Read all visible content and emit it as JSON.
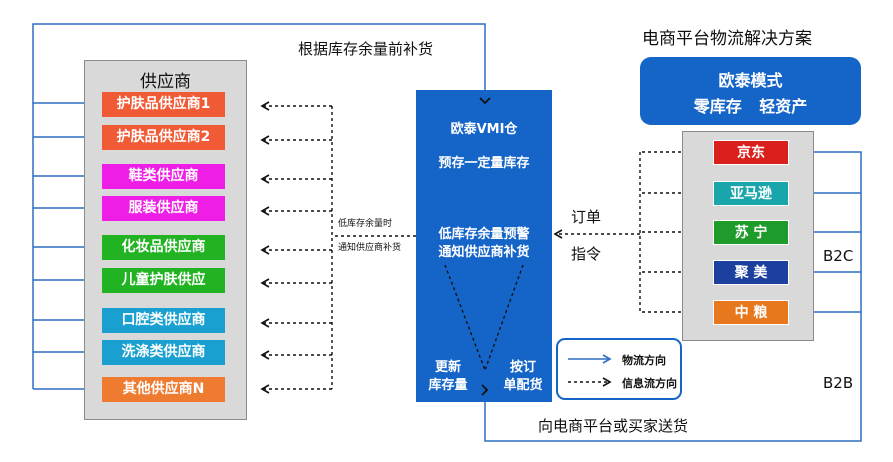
{
  "top_label": "根据库存余量前补货",
  "bottom_label": "向电商平台或买家送货",
  "mid_label_line1": "低库存余量时",
  "mid_label_line2": "通知供应商补货",
  "order_label_line1": "订单",
  "order_label_line2": "指令",
  "b2c_label": "B2C",
  "b2b_label": "B2B",
  "suppliers": {
    "title": "供应商",
    "items": [
      {
        "label": "护肤品供应商1",
        "color": "#f05a35"
      },
      {
        "label": "护肤品供应商2",
        "color": "#f05a35"
      },
      {
        "label": "鞋类供应商",
        "color": "#ee1ee6"
      },
      {
        "label": "服装供应商",
        "color": "#ee1ee6"
      },
      {
        "label": "化妆品供应商",
        "color": "#22b322"
      },
      {
        "label": "儿童护肤供应",
        "color": "#22b322"
      },
      {
        "label": "口腔类供应商",
        "color": "#1aa0d0"
      },
      {
        "label": "洗涤类供应商",
        "color": "#1aa0d0"
      },
      {
        "label": "其他供应商N",
        "color": "#ef7b31"
      }
    ]
  },
  "vmi": {
    "title": "欧泰VMI仓",
    "subtitle": "预存一定量库存",
    "alert_line1": "低库存余量预警",
    "alert_line2": "通知供应商补货",
    "update_line1": "更新",
    "update_line2": "库存量",
    "order_line1": "按订",
    "order_line2": "单配货"
  },
  "platforms": {
    "title": "电商平台物流解决方案",
    "mode_line1": "欧泰模式",
    "mode_line2": "零库存 轻资产",
    "items": [
      {
        "label": "京东",
        "color": "#d9201c"
      },
      {
        "label": "亚马逊",
        "color": "#19a5aa"
      },
      {
        "label": "苏 宁",
        "color": "#1f9b2b"
      },
      {
        "label": "聚 美",
        "color": "#1d3f9e"
      },
      {
        "label": "中 粮",
        "color": "#e8781e"
      }
    ]
  },
  "legend": {
    "logistics": "物流方向",
    "info": "信息流方向"
  },
  "colors": {
    "accent_blue": "#1565c8",
    "line_blue": "#2f6fc4",
    "panel_gray": "#d9d9d9"
  }
}
